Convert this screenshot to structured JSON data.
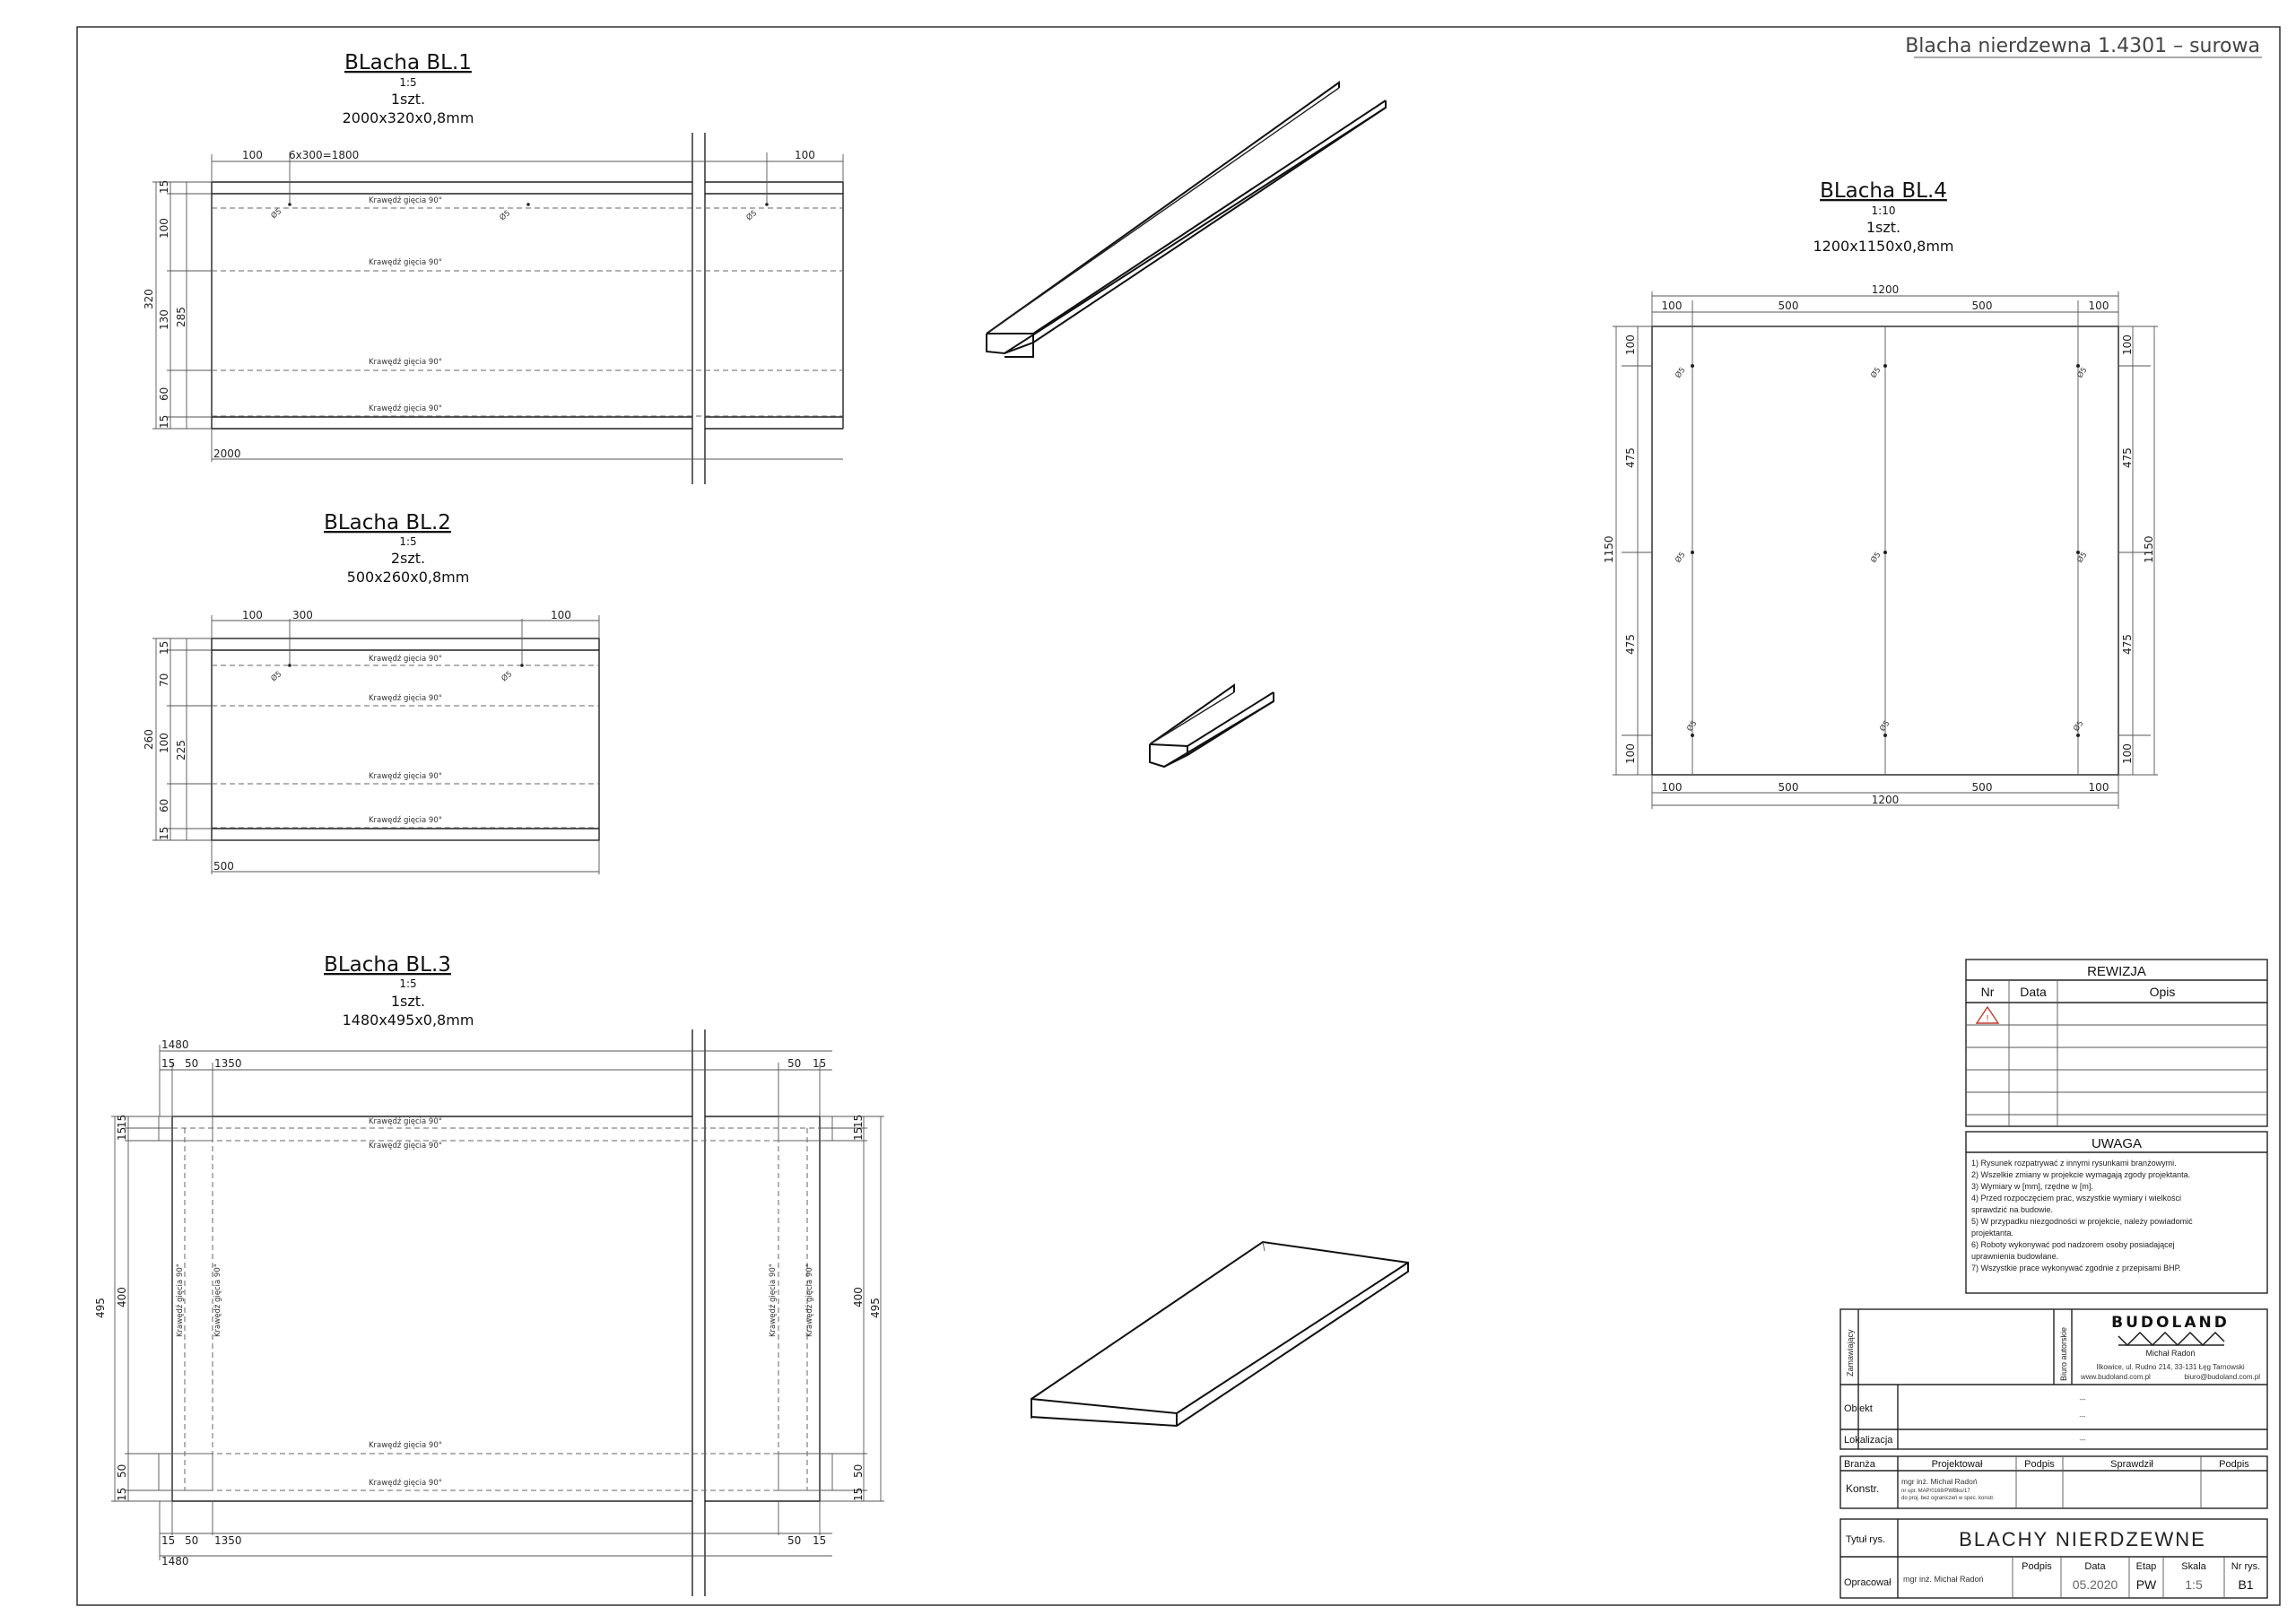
{
  "header": {
    "material": "Blacha nierdzewna 1.4301 – surowa"
  },
  "bend_label": "Krawędź gięcia 90°",
  "hole_label": "Ø5",
  "sheets": {
    "bl1": {
      "title": "BLacha BL.1",
      "scale": "1:5",
      "qty": "1szt.",
      "size": "2000x320x0,8mm",
      "dims": {
        "top_left": "100",
        "top_mid": "6x300=1800",
        "top_right": "100",
        "bottom": "2000",
        "left_total": "320",
        "l1": "15",
        "l2": "100",
        "l3": "130",
        "l3b": "285",
        "l4": "60",
        "l5": "15"
      }
    },
    "bl2": {
      "title": "BLacha BL.2",
      "scale": "1:5",
      "qty": "2szt.",
      "size": "500x260x0,8mm",
      "dims": {
        "top_left": "100",
        "top_mid": "300",
        "top_right": "100",
        "bottom": "500",
        "left_total": "260",
        "l1": "15",
        "l2": "70",
        "l3": "100",
        "l3b": "225",
        "l4": "60",
        "l5": "15"
      }
    },
    "bl3": {
      "title": "BLacha BL.3",
      "scale": "1:5",
      "qty": "1szt.",
      "size": "1480x495x0,8mm",
      "dims": {
        "total_w": "1480",
        "d15": "15",
        "d50": "50",
        "d1350": "1350",
        "total_h": "495",
        "h400": "400"
      }
    },
    "bl4": {
      "title": "BLacha BL.4",
      "scale": "1:10",
      "qty": "1szt.",
      "size": "1200x1150x0,8mm",
      "dims": {
        "total_w": "1200",
        "w100": "100",
        "w500": "500",
        "total_h": "1150",
        "h100": "100",
        "h475": "475"
      }
    }
  },
  "revision": {
    "title": "REWIZJA",
    "col_nr": "Nr",
    "col_date": "Data",
    "col_desc": "Opis",
    "marker": "!"
  },
  "notes": {
    "title": "UWAGA",
    "lines": [
      "1) Rysunek rozpatrywać z innymi rysunkami branżowymi.",
      "2) Wszelkie zmiany w projekcie wymagają zgody projektanta.",
      "3) Wymiary w [mm], rzędne w [m].",
      "4) Przed rozpoczęciem prac, wszystkie wymiary i wielkości",
      "sprawdzić na budowie.",
      "5) W przypadku niezgodności w projekcie, należy powiadomić",
      "projektanta.",
      "6) Roboty wykonywać pod nadzorem osoby posiadającej",
      "uprawnienia budowlane.",
      "7) Wszystkie prace wykonywać zgodnie z przepisami BHP."
    ]
  },
  "title_block": {
    "zamawiajacy": "Zamawiający",
    "biuro": "Biuro autorskie",
    "company": "BUDOLAND",
    "owner": "Michał Radoń",
    "address": "Ilkowice, ul. Rudno 214, 33-131 Łęg Tarnowski",
    "www": "www.budoland.com.pl",
    "email": "biuro@budoland.com.pl",
    "obiekt": "Obiekt",
    "lokalizacja": "Lokalizacja",
    "dash": "---",
    "branza": "Branża",
    "projektowal": "Projektował",
    "podpis": "Podpis",
    "sprawdzil": "Sprawdził",
    "konstr": "Konstr.",
    "designer": "mgr inż. Michał Radoń",
    "designer_lic1": "nr upr. MAP/0168/PWBko/17",
    "designer_lic2": "do proj. bez ograniczeń w spec. konstr.",
    "tytul": "Tytuł rys.",
    "drawing_title": "BLACHY NIERDZEWNE",
    "opracowal": "Opracował",
    "drafter": "mgr inż. Michał Radoń",
    "data_label": "Data",
    "etap_label": "Etap",
    "skala_label": "Skala",
    "nr_label": "Nr rys.",
    "date": "05.2020",
    "stage": "PW",
    "scale": "1:5",
    "number": "B1"
  }
}
